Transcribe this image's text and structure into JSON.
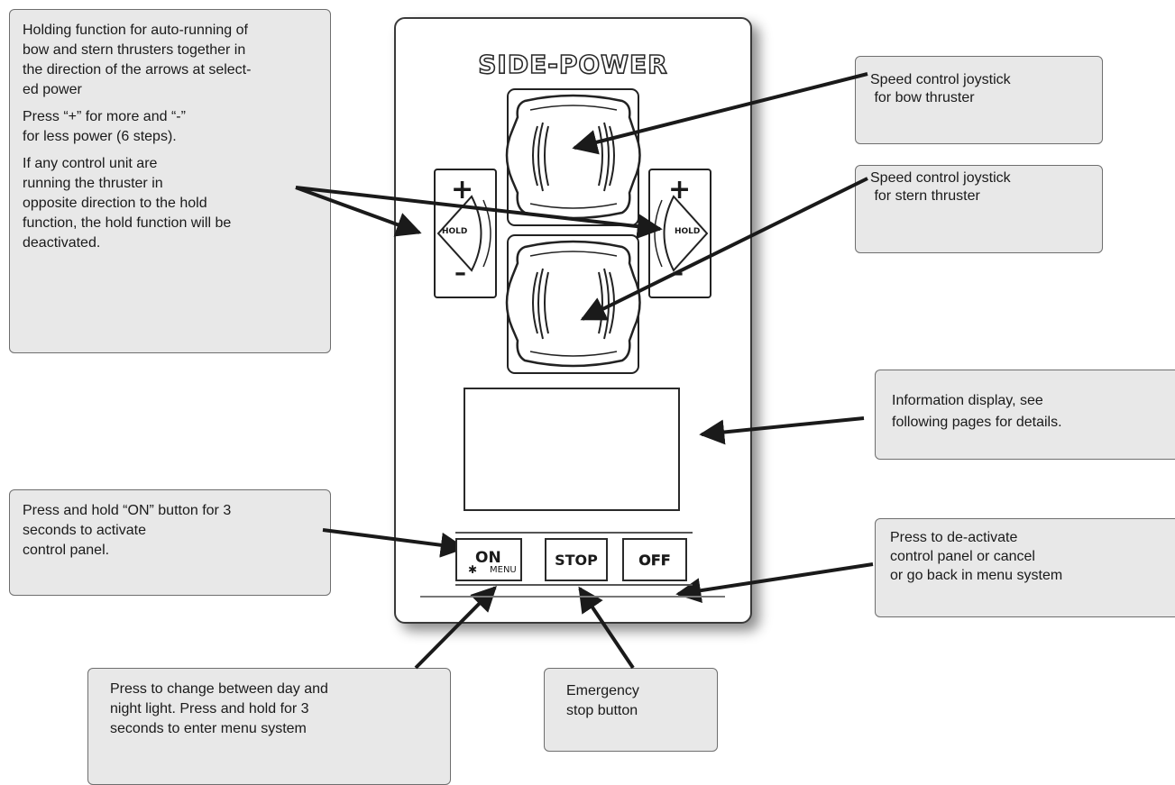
{
  "panel": {
    "brand": "SIDE-POWER",
    "hold_left": {
      "plus": "+",
      "label": "HOLD",
      "minus": "–"
    },
    "hold_right": {
      "plus": "+",
      "label": "HOLD",
      "minus": "–"
    },
    "buttons": {
      "on": {
        "label": "ON",
        "sub_label": "MENU",
        "icon": "sun-icon"
      },
      "stop": {
        "label": "STOP"
      },
      "off": {
        "label": "OFF"
      }
    }
  },
  "callouts": {
    "hold": {
      "line1": "Holding function for auto-running of\nbow and stern thrusters together in\nthe direction of the arrows at select-\ned power",
      "line2": "Press “+” for more and “-”\nfor less power (6 steps).",
      "line3": "If any control unit are\nrunning the thruster in\nopposite direction to the hold\nfunction, the hold function will be\ndeactivated."
    },
    "bow": "Speed control joystick\n for bow thruster",
    "stern": "Speed control joystick\n for stern thruster",
    "info": "Information display, see\nfollowing pages for details.",
    "on_button": "Press and hold “ON” button for 3\nseconds to activate\ncontrol panel.",
    "off_button": "Press to de-activate\ncontrol panel or cancel\nor go back in menu system",
    "day_night": "Press to change between day and\nnight light. Press and hold for 3\nseconds to enter menu system",
    "stop_button": "Emergency\nstop button"
  },
  "colors": {
    "callout_bg": "#e8e8e8",
    "callout_border": "#6e6e6e",
    "line": "#1a1a1a"
  }
}
